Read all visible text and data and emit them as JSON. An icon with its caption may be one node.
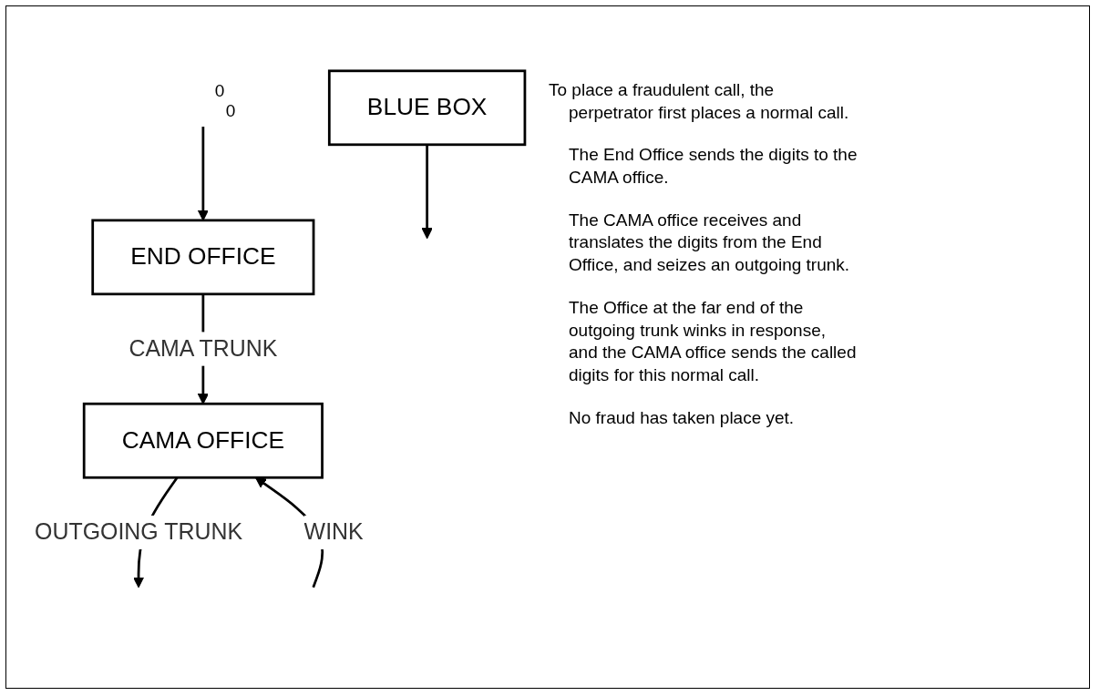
{
  "diagram": {
    "nodes": [
      {
        "text": [
          "BLUE BOX"
        ]
      },
      {
        "text": [
          "END OFFICE"
        ]
      },
      {
        "text": [
          "CAMA OFFICE"
        ]
      }
    ],
    "edges": [
      {
        "from": null,
        "to": 1,
        "arrow": "to"
      },
      {
        "from": 0,
        "to": null,
        "arrow": "to"
      },
      {
        "from": 1,
        "to": 2,
        "arrow": "to",
        "label": "CAMA TRUNK"
      },
      {
        "from": 2,
        "to": null,
        "arrow": "to",
        "label": "OUTGOING TRUNK"
      },
      {
        "from": null,
        "to": 2,
        "arrow": "to",
        "label": "WINK"
      }
    ],
    "labels": [
      "0",
      "0",
      "To place a fraudulent call, the perpetrator first places a normal call.",
      "The End Office sends the digits to the CAMA office.",
      "The CAMA office receives and translates the digits from the End Office, and seizes an outgoing trunk.",
      "The Office at the far end of the outgoing trunk winks in response, and the CAMA office sends the called digits for this normal call.",
      "No fraud has taken place yet."
    ]
  }
}
